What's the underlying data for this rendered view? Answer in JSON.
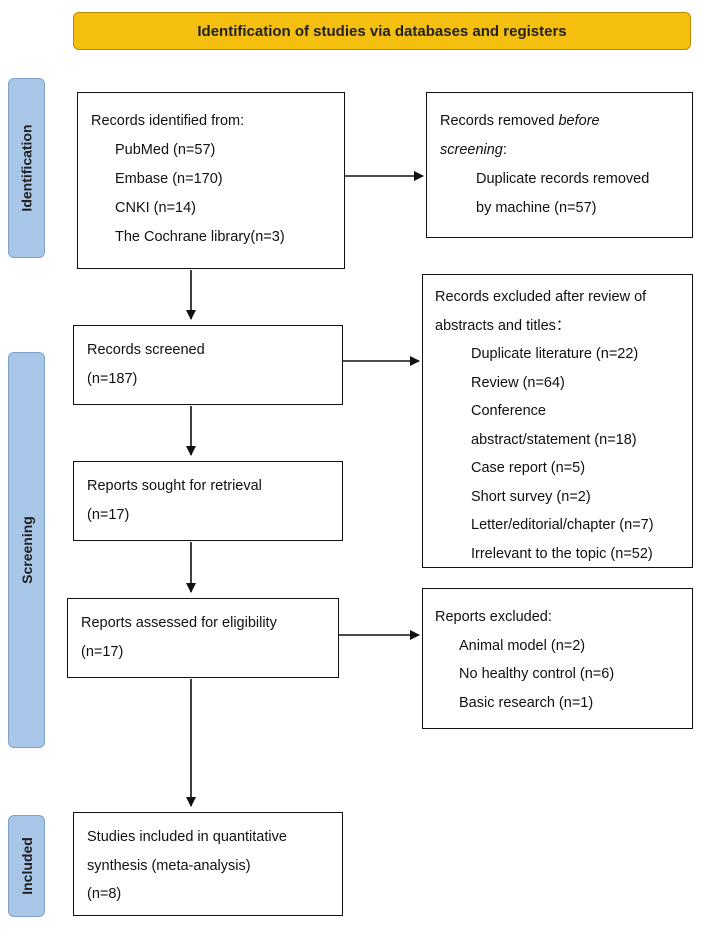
{
  "header": {
    "title": "Identification of studies via databases and registers"
  },
  "phases": {
    "identification": "Identification",
    "screening": "Screening",
    "included": "Included"
  },
  "boxes": {
    "identified": {
      "title": "Records identified from:",
      "items": [
        "PubMed (n=57)",
        "Embase (n=170)",
        "CNKI (n=14)",
        "The Cochrane library(n=3)"
      ]
    },
    "removed": {
      "title_prefix": "Records removed ",
      "title_italic": "before",
      "title_line2_italic": "screening",
      "title_line2_suffix": ":",
      "items": [
        "Duplicate records removed",
        "by machine (n=57)"
      ]
    },
    "screened": {
      "title": "Records screened",
      "count": "(n=187)"
    },
    "excluded": {
      "title_lines": [
        "Records excluded after review of",
        "abstracts and titles："
      ],
      "items": [
        "Duplicate literature (n=22)",
        "Review (n=64)",
        "Conference",
        "abstract/statement (n=18)",
        "Case report (n=5)",
        "Short survey (n=2)",
        "Letter/editorial/chapter (n=7)",
        "Irrelevant to the topic (n=52)"
      ]
    },
    "sought": {
      "title": "Reports sought for retrieval",
      "count": "(n=17)"
    },
    "assessed": {
      "title": "Reports assessed for eligibility",
      "count": "(n=17)"
    },
    "reports_excluded": {
      "title": "Reports excluded:",
      "items": [
        "Animal model (n=2)",
        "No healthy control (n=6)",
        "Basic research (n=1)"
      ]
    },
    "included": {
      "lines": [
        "Studies included in quantitative",
        "synthesis (meta-analysis)",
        "(n=8)"
      ]
    }
  },
  "colors": {
    "banner": "#f5bf10",
    "phase": "#a8c6e8",
    "border": "#111111"
  }
}
